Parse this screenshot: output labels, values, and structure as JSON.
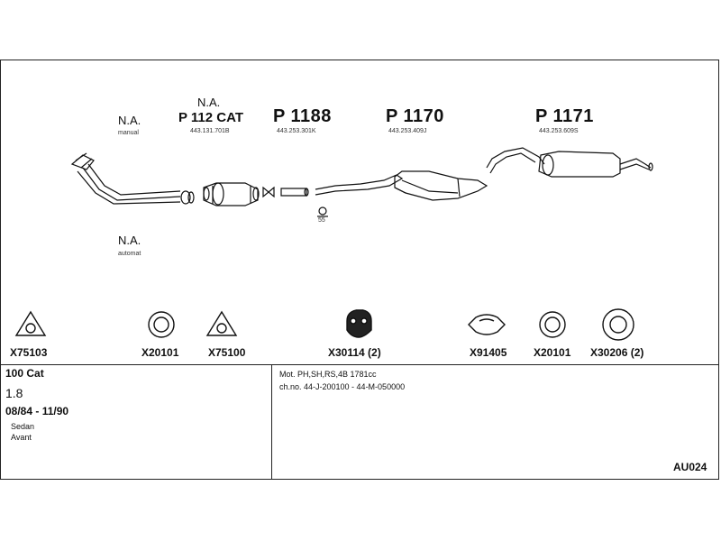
{
  "sections": [
    {
      "id": "front",
      "na_label": "N.A.",
      "sub_label": "manual"
    },
    {
      "id": "front_auto",
      "na_label": "N.A.",
      "sub_label": "automat"
    }
  ],
  "parts": [
    {
      "na": "N.A.",
      "code": "P 112 CAT",
      "ref": "443.131.701B"
    },
    {
      "code": "P 1188",
      "ref": "443.253.301K"
    },
    {
      "code": "P 1170",
      "ref": "443.253.409J"
    },
    {
      "code": "P 1171",
      "ref": "443.253.609S"
    }
  ],
  "clamp_label": "55",
  "fittings": [
    {
      "code": "X75103",
      "icon": "triangle-gasket-icon"
    },
    {
      "code": "X20101",
      "icon": "ring-gasket-icon"
    },
    {
      "code": "X75100",
      "icon": "triangle-gasket-icon"
    },
    {
      "code": "X30114 (2)",
      "icon": "rubber-mount-icon"
    },
    {
      "code": "X91405",
      "icon": "clamp-icon"
    },
    {
      "code": "X20101",
      "icon": "ring-gasket-icon"
    },
    {
      "code": "X30206 (2)",
      "icon": "ring-gasket-icon"
    }
  ],
  "vehicle": {
    "model": "100 Cat",
    "engine": "1.8",
    "dates": "08/84 - 11/90",
    "body1": "Sedan",
    "body2": "Avant"
  },
  "specs": {
    "line1": "Mot. PH,SH,RS,4B 1781cc",
    "line2": "ch.no. 44-J-200100 - 44-M-050000"
  },
  "diagram_ref": "AU024"
}
